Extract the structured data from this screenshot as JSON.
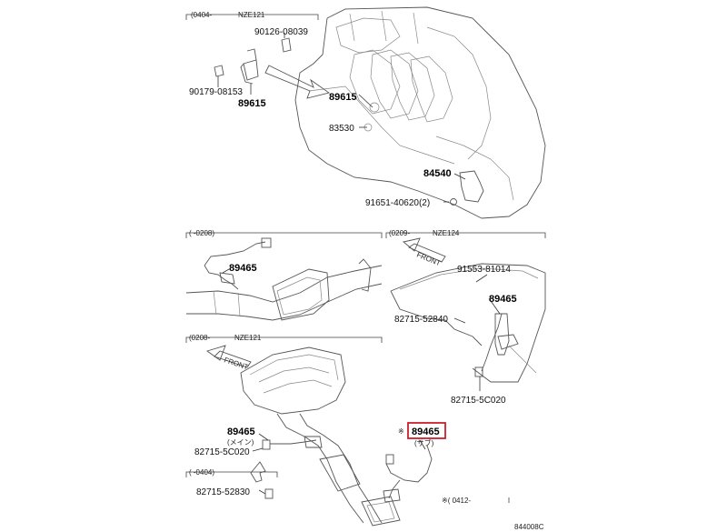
{
  "sections": {
    "top_range": "(0404-",
    "top_model": "NZE121",
    "mid_left_range": "(  -0208)",
    "mid_right_range": "(0209-",
    "mid_right_model": "NZE124",
    "bottom_range": "(0208-",
    "bottom_model": "NZE121",
    "bottom_sub_range": "(   -0404)",
    "note_range": "※(   0412-",
    "drawing_code": "844008C"
  },
  "direction": {
    "front": "FRONT"
  },
  "labels": {
    "p1": "90126-08039",
    "p2": "90179-08153",
    "p3": "89615",
    "p4": "89615",
    "p5": "83530",
    "p6": "84540",
    "p7": "91651-40620(2)",
    "p8": "89465",
    "p9": "91553-81014",
    "p10": "89465",
    "p11": "82715-52840",
    "p12": "82715-5C020",
    "p13": "89465",
    "p13_sub": "(メイン)",
    "p14": "82715-5C020",
    "p15": "89465",
    "p15_sub": "(サブ)",
    "p16": "82715-52830",
    "note_mark": "※"
  },
  "highlight_color": "#cc1f2b"
}
